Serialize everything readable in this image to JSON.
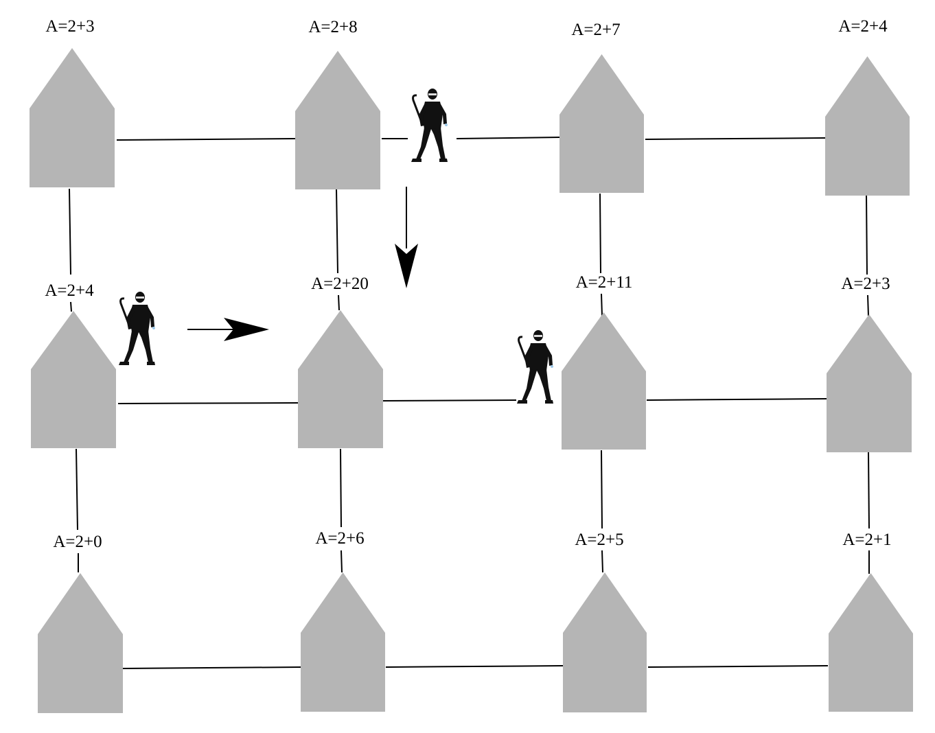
{
  "houses": [
    {
      "id": "r0c0",
      "label": "A=2+3"
    },
    {
      "id": "r0c1",
      "label": "A=2+8"
    },
    {
      "id": "r0c2",
      "label": "A=2+7"
    },
    {
      "id": "r0c3",
      "label": "A=2+4"
    },
    {
      "id": "r1c0",
      "label": "A=2+4"
    },
    {
      "id": "r1c1",
      "label": "A=2+20"
    },
    {
      "id": "r1c2",
      "label": "A=2+11"
    },
    {
      "id": "r1c3",
      "label": "A=2+3"
    },
    {
      "id": "r2c0",
      "label": "A=2+0"
    },
    {
      "id": "r2c1",
      "label": "A=2+6"
    },
    {
      "id": "r2c2",
      "label": "A=2+5"
    },
    {
      "id": "r2c3",
      "label": "A=2+1"
    }
  ],
  "colors": {
    "house": "#b5b5b5",
    "line": "#000000",
    "thief": "#111111"
  },
  "icons": {
    "house": "house-icon",
    "thief": "burglar-icon",
    "arrow": "arrow-icon"
  }
}
